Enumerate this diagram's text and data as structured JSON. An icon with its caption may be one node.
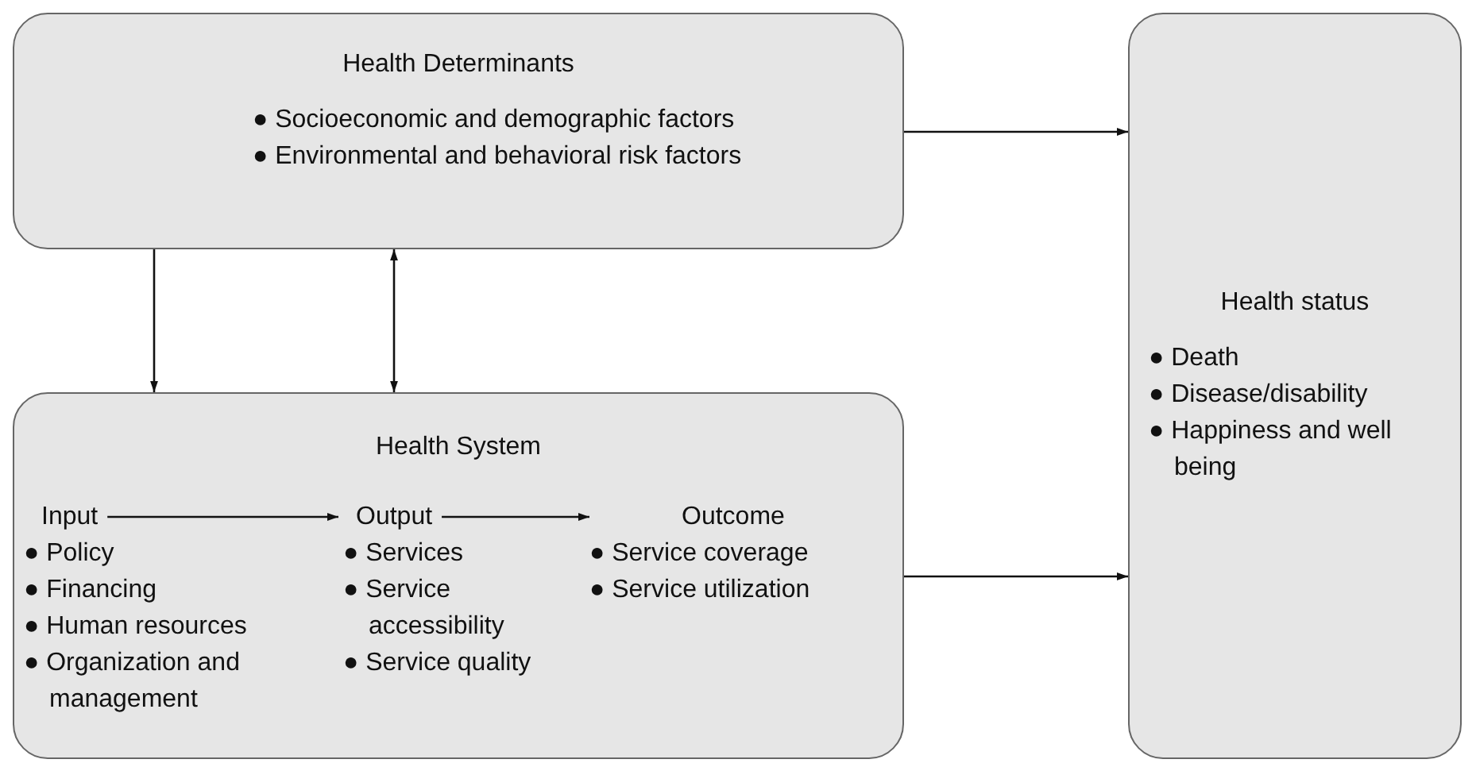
{
  "diagram": {
    "nodes": [
      {
        "text": [
          "Health Determinants",
          "● Socioeconomic and demographic factors",
          "● Environmental and behavioral risk factors"
        ]
      },
      {
        "text": [
          "Health status",
          "● Death",
          "● Disease/disability",
          "● Happiness and well being"
        ]
      },
      {
        "text": [
          "Health System"
        ]
      },
      {
        "text": [
          "Input",
          "● Policy",
          "● Financing",
          "● Human resources",
          "● Organization and management"
        ],
        "in": 2
      },
      {
        "text": [
          "Output",
          "● Services",
          "● Service accessibility",
          "● Service quality"
        ],
        "in": 2
      },
      {
        "text": [
          "Outcome",
          "● Service coverage",
          "● Service utilization"
        ],
        "in": 2
      }
    ],
    "edges": [
      {
        "from": 0,
        "to": 1,
        "arrow": "to"
      },
      {
        "from": 0,
        "to": 2,
        "arrow": "to"
      },
      {
        "from": 0,
        "to": 2,
        "arrow": "both"
      },
      {
        "from": 2,
        "to": 1,
        "arrow": "to"
      },
      {
        "from": 3,
        "to": 4,
        "arrow": "to"
      },
      {
        "from": 4,
        "to": 5,
        "arrow": "to"
      }
    ]
  }
}
